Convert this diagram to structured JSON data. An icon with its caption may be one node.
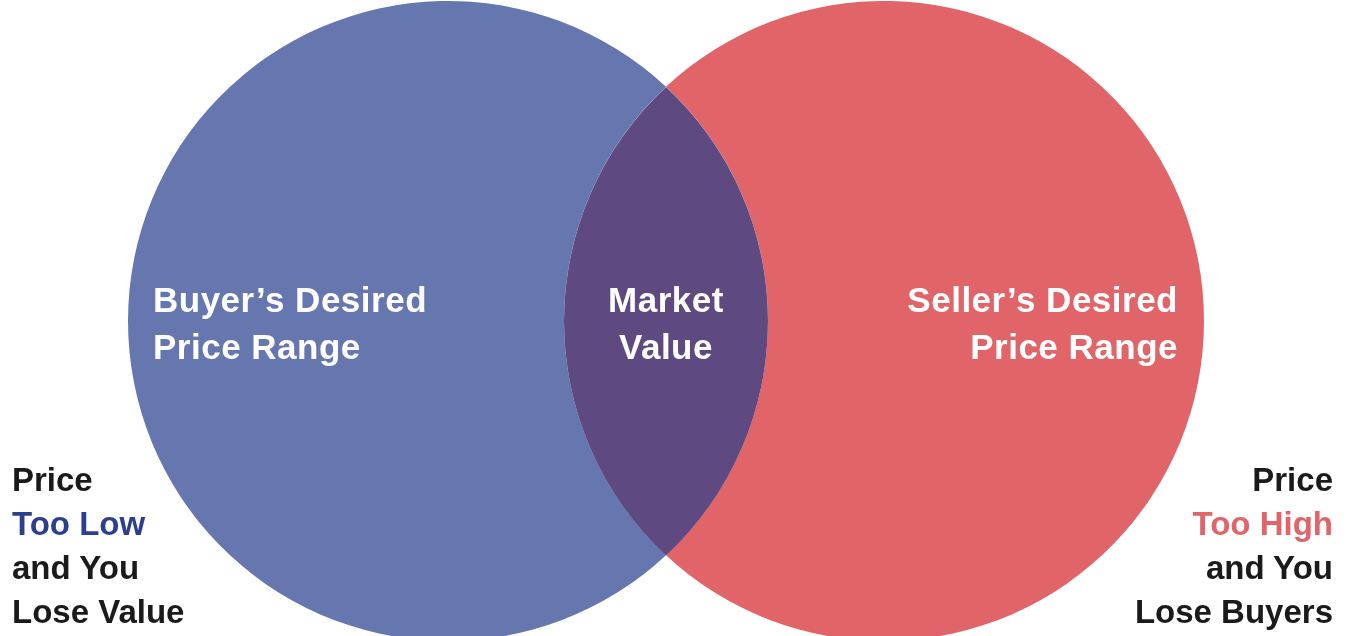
{
  "diagram": {
    "nodes": [
      {
        "text": [
          "Buyer’s Desired Price Range"
        ]
      },
      {
        "text": [
          "Seller’s Desired Price Range"
        ]
      },
      {
        "text": [
          "Market Value"
        ]
      }
    ],
    "labels": [
      "Price",
      "Too Low",
      "and You Lose Value",
      "Price",
      "Too High",
      "and You Lose Buyers"
    ]
  }
}
